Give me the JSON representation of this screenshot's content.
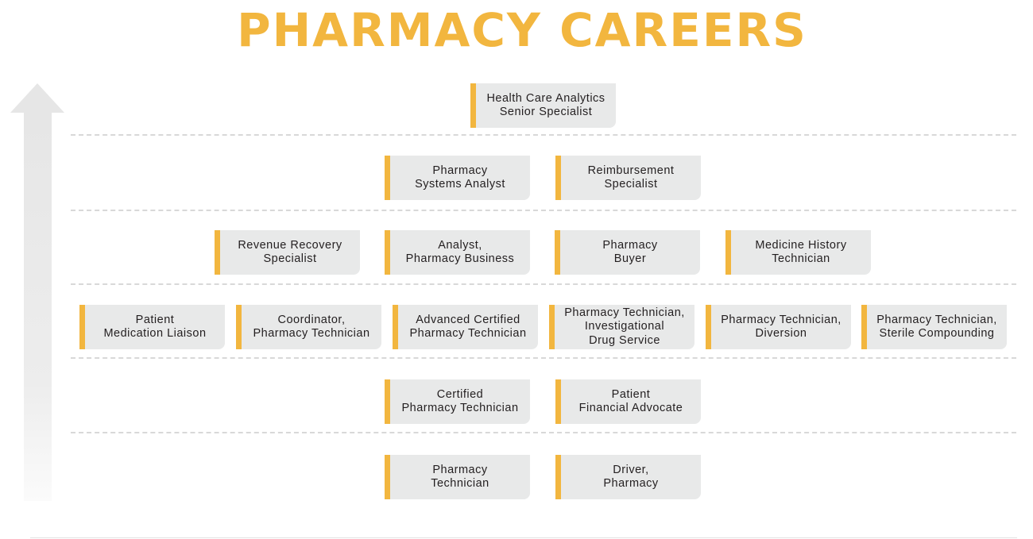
{
  "title": "PHARMACY CAREERS",
  "colors": {
    "accent": "#F2B63F",
    "box_background": "#E8E9E9",
    "text": "#231F20",
    "arrow": "#E6E6E6",
    "divider": "#D8D8D8"
  },
  "arrow": {
    "icon": "up-arrow-icon",
    "meaning": "career progression upward"
  },
  "levels": [
    {
      "level": 6,
      "roles": [
        {
          "label": "Health Care Analytics\nSenior Specialist"
        }
      ]
    },
    {
      "level": 5,
      "roles": [
        {
          "label": "Pharmacy\nSystems Analyst"
        },
        {
          "label": "Reimbursement\nSpecialist"
        }
      ]
    },
    {
      "level": 4,
      "roles": [
        {
          "label": "Revenue Recovery\nSpecialist"
        },
        {
          "label": "Analyst,\nPharmacy Business"
        },
        {
          "label": "Pharmacy\nBuyer"
        },
        {
          "label": "Medicine History\nTechnician"
        }
      ]
    },
    {
      "level": 3,
      "roles": [
        {
          "label": "Patient\nMedication Liaison"
        },
        {
          "label": "Coordinator,\nPharmacy Technician"
        },
        {
          "label": "Advanced Certified\nPharmacy Technician"
        },
        {
          "label": "Pharmacy Technician,\nInvestigational\nDrug Service"
        },
        {
          "label": "Pharmacy Technician,\nDiversion"
        },
        {
          "label": "Pharmacy Technician,\nSterile Compounding"
        }
      ]
    },
    {
      "level": 2,
      "roles": [
        {
          "label": "Certified\nPharmacy Technician"
        },
        {
          "label": "Patient\nFinancial Advocate"
        }
      ]
    },
    {
      "level": 1,
      "roles": [
        {
          "label": "Pharmacy\nTechnician"
        },
        {
          "label": "Driver,\nPharmacy"
        }
      ]
    }
  ]
}
